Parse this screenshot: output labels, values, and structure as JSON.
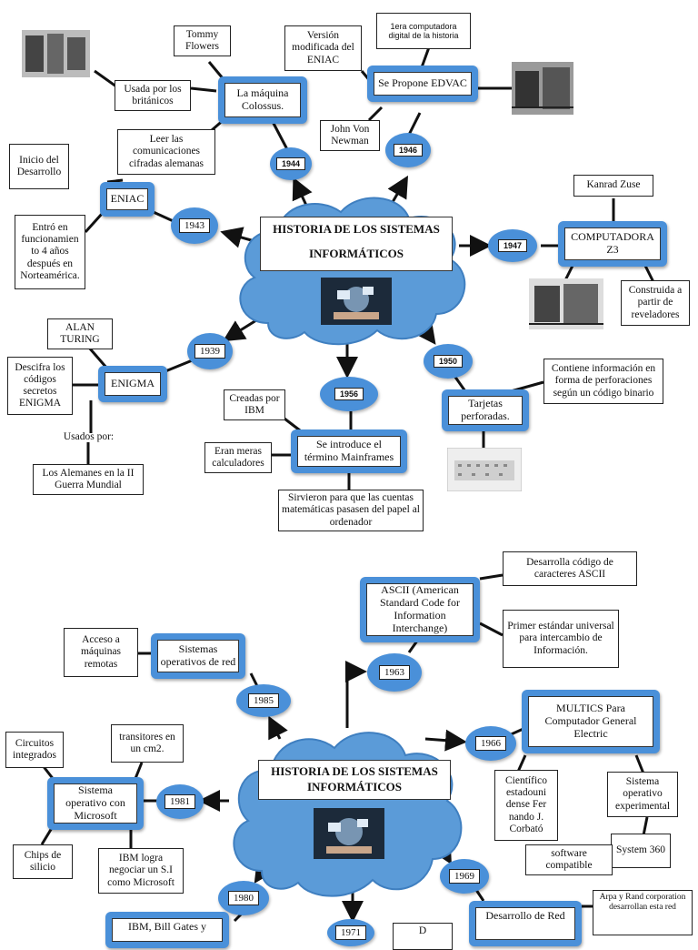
{
  "top": {
    "title_line1": "HISTORIA DE LOS SISTEMAS",
    "title_line2": "INFORMÁTICOS",
    "years": {
      "y1944": "1944",
      "y1946": "1946",
      "y1943": "1943",
      "y1947": "1947",
      "y1939": "1939",
      "y1956": "1956",
      "y1950": "1950"
    },
    "colossus": "La máquina Colossus.",
    "tommy": "Tommy Flowers",
    "usada": "Usada por los británicos",
    "leer": "Leer las comunicaciones cifradas alemanas",
    "version": "Versión modificada del ENIAC",
    "primera": "1era computadora digital de la historia",
    "edvac": "Se Propone EDVAC",
    "vonneuman": "John Von Newman",
    "inicio": "Inicio del Desarrollo",
    "eniac": "ENIAC",
    "entro": "Entró en funcionamien to 4 años después en Norteamérica.",
    "kanrad": "Kanrad Zuse",
    "z3": "COMPUTADORA Z3",
    "construida": "Construida a partir de reveladores",
    "alan": "ALAN TURING",
    "descifra": "Descifra los códigos secretos ENIGMA",
    "enigma": "ENIGMA",
    "usados": "Usados por:",
    "alemanes": "Los Alemanes en la II Guerra Mundial",
    "creadas": "Creadas por IBM",
    "mainframes": "Se introduce el término Mainframes",
    "meras": "Eran meras calculadores",
    "sirvieron": "Sirvieron para que las cuentas matemáticas pasasen del papel al ordenador",
    "contiene": "Contiene información en forma de perforaciones según un código binario",
    "tarjetas": "Tarjetas perforadas."
  },
  "bottom": {
    "title": "HISTORIA DE LOS SISTEMAS INFORMÁTICOS",
    "years": {
      "y1963": "1963",
      "y1985": "1985",
      "y1966": "1966",
      "y1981": "1981",
      "y1969": "1969",
      "y1980": "1980",
      "y1971": "1971"
    },
    "ascii": "ASCII (American Standard Code for Information Interchange)",
    "desarrolla": "Desarrolla código de caracteres ASCII",
    "primer": "Primer estándar universal para intercambio de Información.",
    "red": "Sistemas operativos de red",
    "acceso": "Acceso a máquinas remotas",
    "multics": "MULTICS Para Computador General Electric",
    "cientifico": "Científico estadouni dense Fer nando J. Corbató",
    "experimental": "Sistema operativo experimental",
    "system360": "System 360",
    "software": "software compatible",
    "circuitos": "Circuitos integrados",
    "transistores": "transitores en un cm2.",
    "microsoft": "Sistema operativo con Microsoft",
    "chips": "Chips de silicio",
    "ibmlogra": "IBM logra negociar un S.I como Microsoft",
    "ibmgates": "IBM, Bill Gates y",
    "desarrolloRed": "Desarrollo de Red",
    "arpa": "Arpa y Rand corporation desarrollan esta red",
    "partial": "D"
  }
}
